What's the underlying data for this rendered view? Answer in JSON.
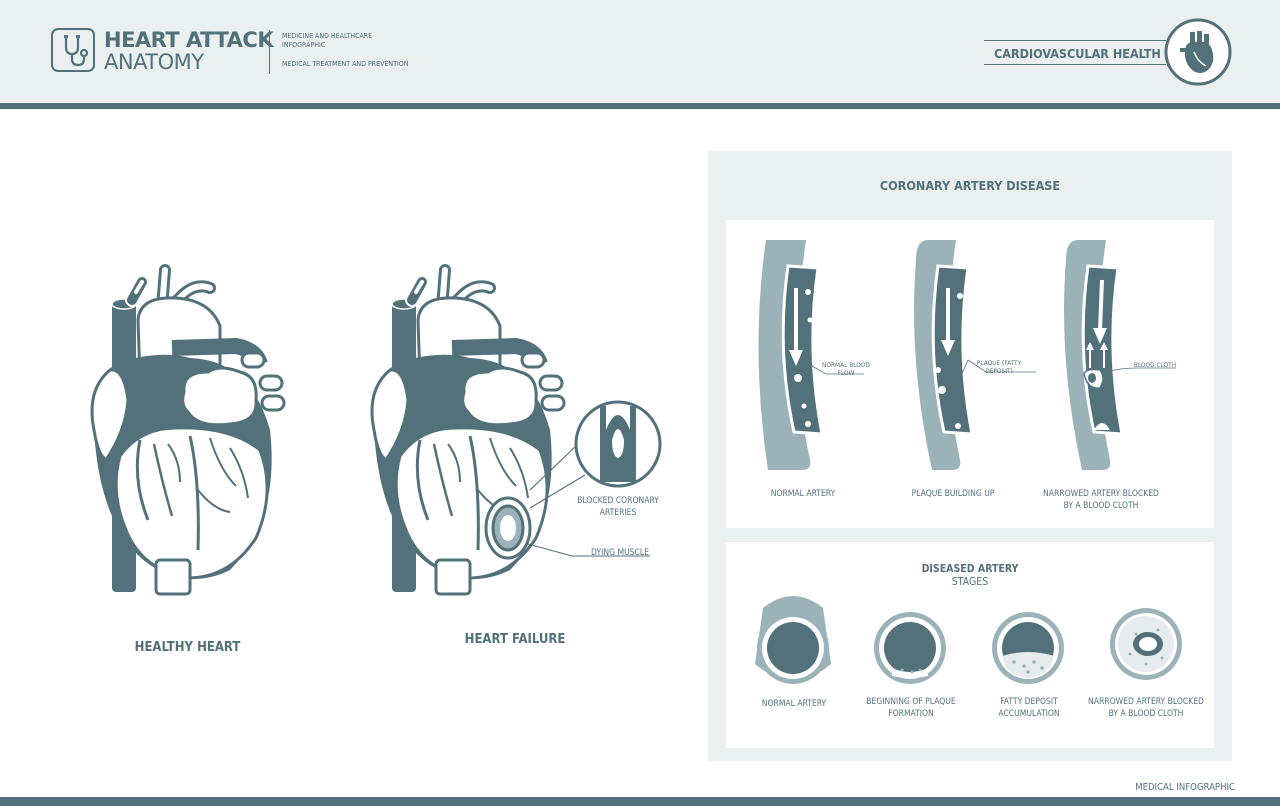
{
  "header": {
    "title_line1": "HEART ATTACK",
    "title_line2": "ANATOMY",
    "subtitle1": "MEDICINE AND HEALTHCARE INFOGRAPHIC",
    "subtitle2": "MEDICAL TREATMENT AND PREVENTION",
    "badge_label": "CARDIOVASCULAR HEALTH",
    "logo_icon": "stethoscope-icon",
    "badge_icon": "heart-icon"
  },
  "hearts": {
    "healthy_label": "HEALTHY HEART",
    "failure_label": "HEART FAILURE",
    "blocked_label": "BLOCKED CORONARY ARTERIES",
    "dying_label": "DYING MUSCLE"
  },
  "coronary": {
    "title": "CORONARY ARTERY DISEASE",
    "annotation_normal_flow": "NORMAL BLOOD FLOW",
    "annotation_plaque": "PLAQUE (FATTY DEPOSIT)",
    "annotation_blood_cloth": "BLOOD CLOTH",
    "caption_normal": "NORMAL ARTERY",
    "caption_plaque": "PLAQUE BUILDING UP",
    "caption_narrowed": "NARROWED ARTERY BLOCKED BY A BLOOD CLOTH"
  },
  "stages": {
    "title": "DISEASED ARTERY",
    "subtitle": "STAGES",
    "items": [
      {
        "label": "NORMAL ARTERY"
      },
      {
        "label": "BEGINNING OF PLAQUE FORMATION"
      },
      {
        "label": "FATTY DEPOSIT ACCUMULATION"
      },
      {
        "label": "NARROWED ARTERY BLOCKED BY A BLOOD CLOTH"
      }
    ]
  },
  "footer": {
    "text": "MEDICAL INFOGRAPHIC"
  },
  "colors": {
    "primary": "#52717a",
    "light": "#9bb2b8",
    "background": "#eaeff0"
  }
}
